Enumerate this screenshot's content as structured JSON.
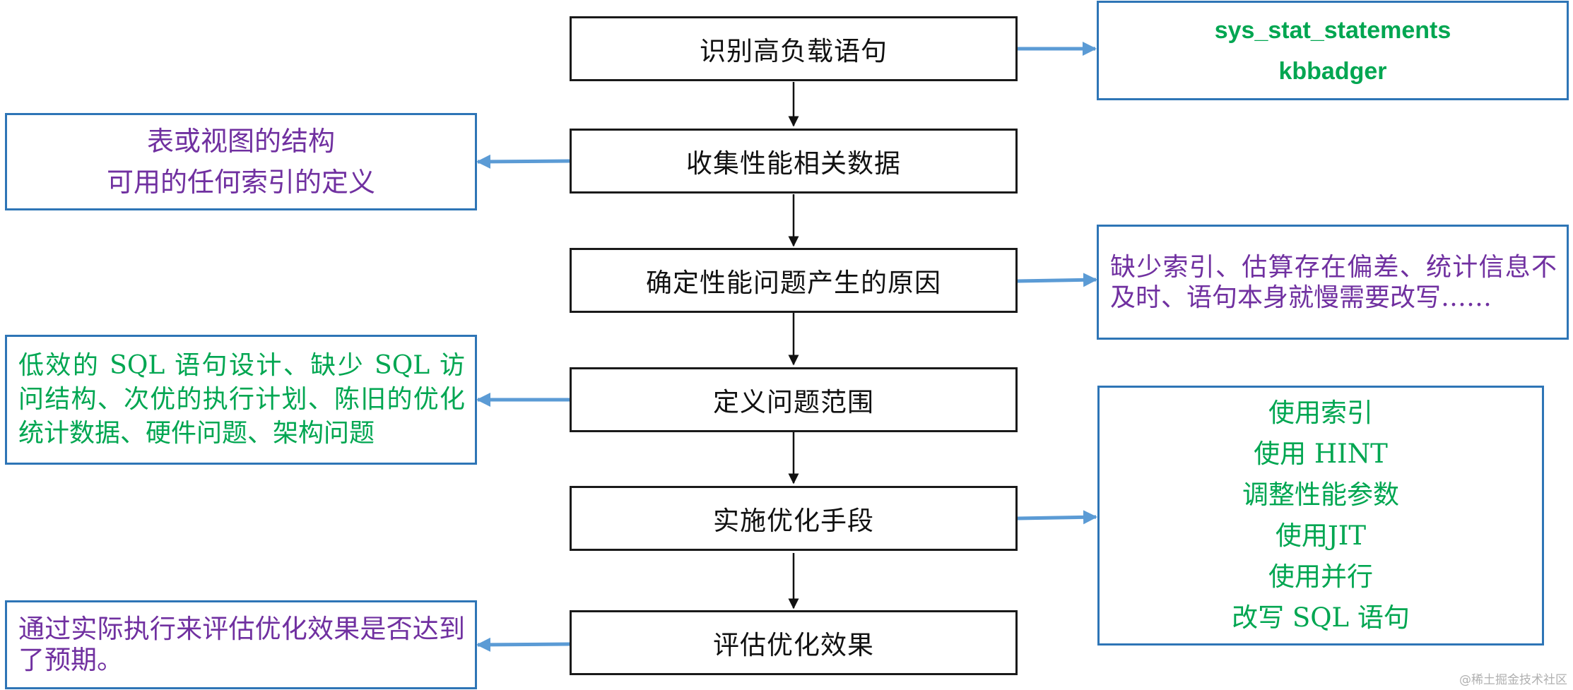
{
  "steps": [
    "识别高负载语句",
    "收集性能相关数据",
    "确定性能问题产生的原因",
    "定义问题范围",
    "实施优化手段",
    "评估优化效果"
  ],
  "notes": {
    "tools": [
      "sys_stat_statements",
      "kbbadger"
    ],
    "collect": [
      "表或视图的结构",
      "可用的任何索引的定义"
    ],
    "causes": "缺少索引、估算存在偏差、统计信息不及时、语句本身就慢需要改写……",
    "scope": "低效的 SQL 语句设计、缺少 SQL 访问结构、次优的执行计划、陈旧的优化统计数据、硬件问题、架构问题",
    "methods": [
      "使用索引",
      "使用 HINT",
      "调整性能参数",
      "使用JIT",
      "使用并行",
      "改写 SQL 语句"
    ],
    "evaluate": "通过实际执行来评估优化效果是否达到了预期。"
  },
  "colors": {
    "arrow": "#5b9bd5",
    "note_border": "#2e75b6",
    "purple": "#7030a0",
    "green": "#00a651"
  },
  "watermark": "@稀土掘金技术社区"
}
